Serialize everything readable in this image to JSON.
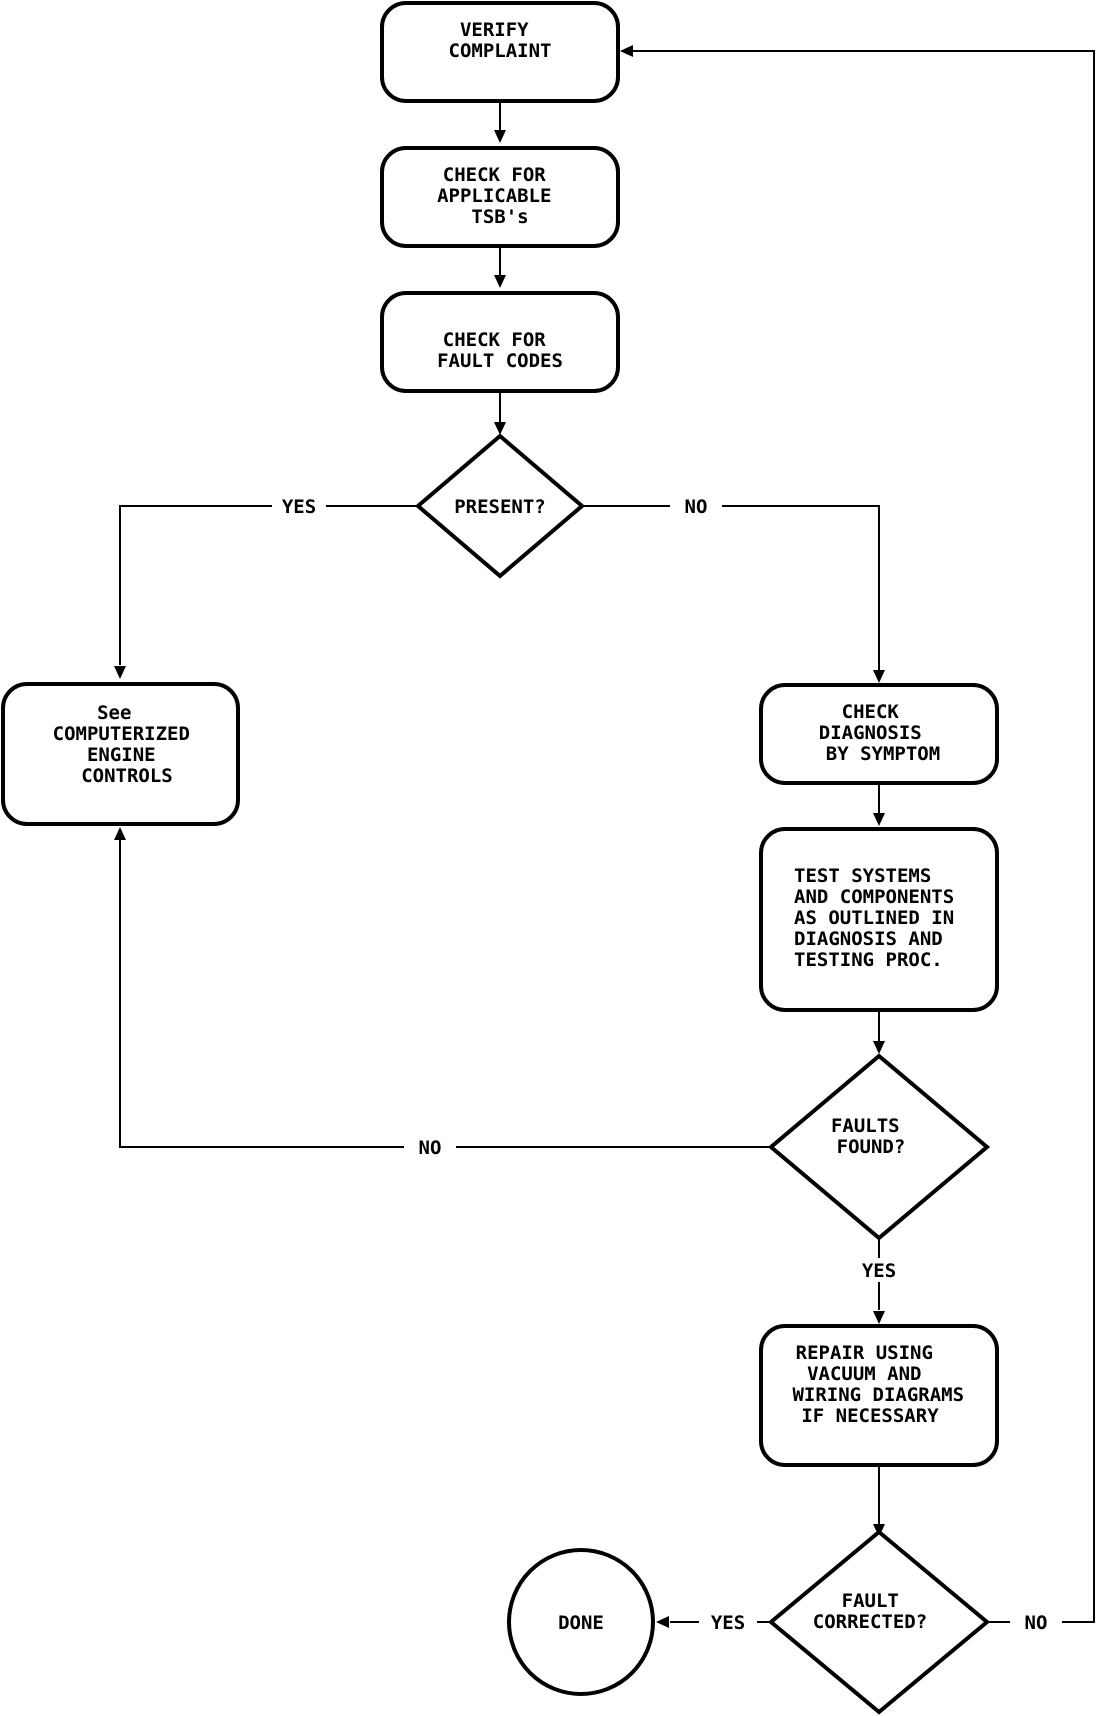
{
  "nodes": {
    "verify_complaint": [
      "VERIFY",
      "COMPLAINT"
    ],
    "check_tsbs": [
      "CHECK FOR",
      "APPLICABLE",
      "TSB's"
    ],
    "check_fault_codes": [
      "CHECK FOR",
      "FAULT CODES"
    ],
    "present_decision": [
      "PRESENT?"
    ],
    "see_computerized": [
      "See",
      "COMPUTERIZED",
      "ENGINE",
      "CONTROLS"
    ],
    "check_diagnosis": [
      "CHECK",
      "DIAGNOSIS",
      "BY SYMPTOM"
    ],
    "test_systems": [
      "TEST SYSTEMS",
      "AND COMPONENTS",
      "AS OUTLINED IN",
      "DIAGNOSIS AND",
      "TESTING PROC."
    ],
    "faults_found_decision": [
      "FAULTS",
      "FOUND?"
    ],
    "repair": [
      "REPAIR USING",
      "VACUUM AND",
      "WIRING DIAGRAMS",
      "IF NECESSARY"
    ],
    "fault_corrected_decision": [
      "FAULT",
      "CORRECTED?"
    ],
    "done": [
      "DONE"
    ]
  },
  "edge_labels": {
    "present_yes": "YES",
    "present_no": "NO",
    "faults_found_no": "NO",
    "faults_found_yes": "YES",
    "fault_corrected_yes": "YES",
    "fault_corrected_no": "NO"
  }
}
